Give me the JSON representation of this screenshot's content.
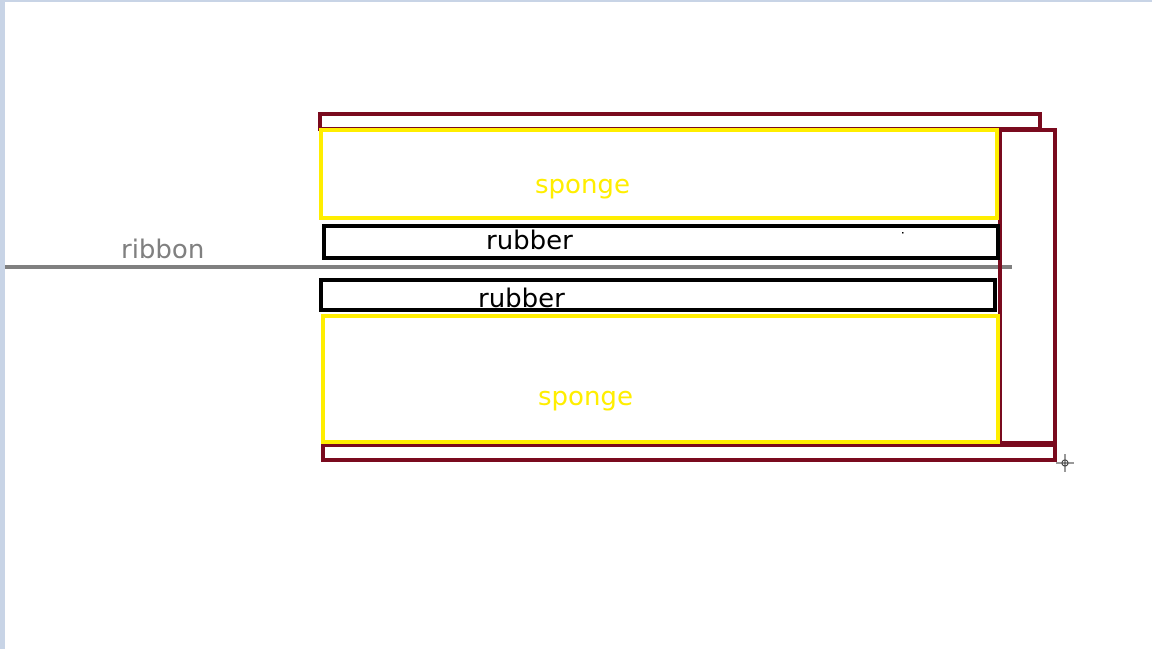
{
  "labels": {
    "ribbon": "ribbon",
    "sponge_top": "sponge",
    "rubber_top": "rubber",
    "rubber_bottom": "rubber",
    "sponge_bottom": "sponge"
  },
  "colors": {
    "frame": "#7a0a1e",
    "sponge": "#ffee00",
    "rubber": "#000000",
    "ribbon": "#808080",
    "background": "#ffffff",
    "window_edge": "#c8d4e6"
  },
  "icons": {
    "cursor": "crosshair-cursor-icon"
  }
}
